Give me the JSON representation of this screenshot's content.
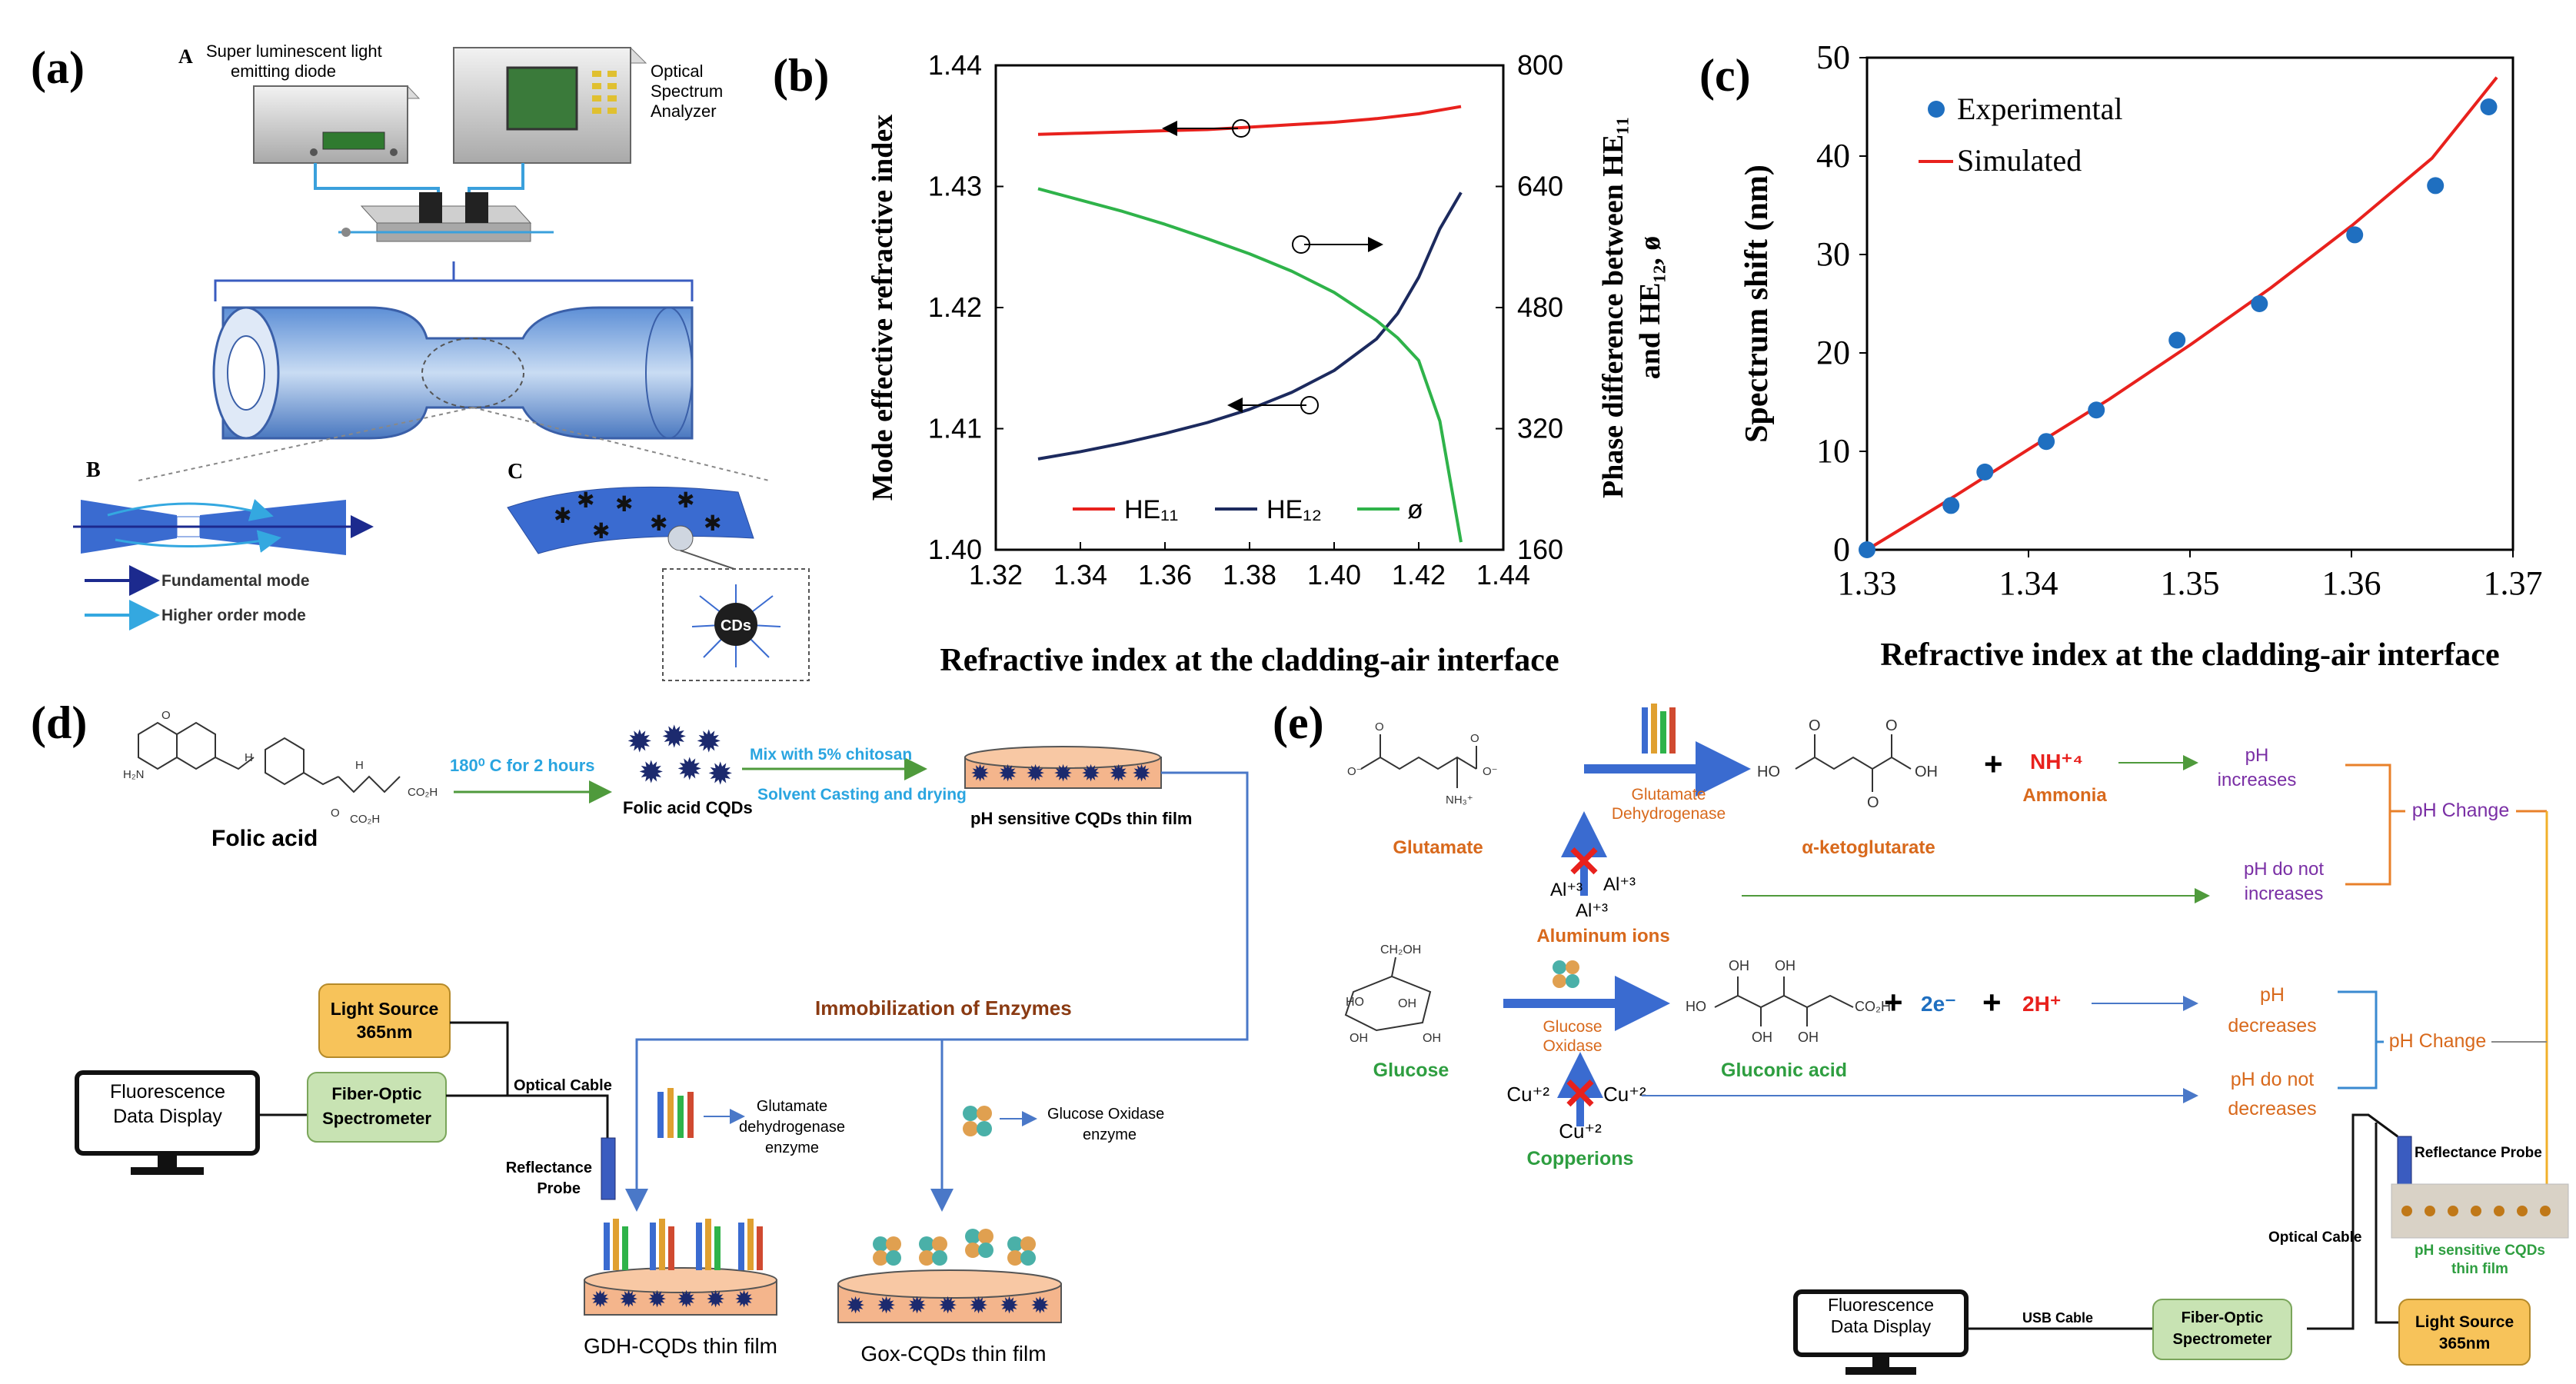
{
  "colors": {
    "red": "#e8211d",
    "navy": "#1c2a5e",
    "green": "#2fb34a",
    "blue_point": "#1f6fc0",
    "box_orange": "#f7c35a",
    "box_green": "#c8e3b3",
    "film": "#f4b58c",
    "dot": "#1c2a6e",
    "purple": "#7a2fa5",
    "orange_text": "#d8691c",
    "green_text": "#2e9e40"
  },
  "panel_labels": [
    "(a)",
    "(b)",
    "(c)",
    "(d)",
    "(e)"
  ],
  "panel_a": {
    "marker_A": "A",
    "diode_label_1": "Super luminescent light",
    "diode_label_2": "emitting diode",
    "osa_label_1": "Optical",
    "osa_label_2": "Spectrum",
    "osa_label_3": "Analyzer",
    "marker_B": "B",
    "marker_C": "C",
    "legend_fundamental": "Fundamental mode",
    "legend_higher": "Higher order mode",
    "cds_label": "CDs"
  },
  "panel_b": {
    "xlabel": "Refractive index at the cladding-air interface",
    "ylabel_left": "Mode effective refractive index",
    "ylabel_right_1": "Phase difference between HE₁₁",
    "ylabel_right_2": "and HE₁₂, ø",
    "legend": [
      "HE₁₁",
      "HE₁₂",
      "ø"
    ]
  },
  "panel_c": {
    "xlabel": "Refractive index at the cladding-air interface",
    "ylabel": "Spectrum shift (nm)",
    "legend": [
      "Experimental",
      "Simulated"
    ]
  },
  "chart_data": [
    {
      "type": "line",
      "x_ticks": [
        "1.32",
        "1.34",
        "1.36",
        "1.38",
        "1.40",
        "1.42",
        "1.44"
      ],
      "y_left_ticks": [
        "1.40",
        "1.41",
        "1.42",
        "1.43",
        "1.44"
      ],
      "y_right_ticks": [
        "160",
        "320",
        "480",
        "640",
        "800"
      ],
      "xlim": [
        1.32,
        1.44
      ],
      "ylim_left": [
        1.4,
        1.44
      ],
      "ylim_right": [
        160,
        800
      ],
      "series": [
        {
          "name": "HE₁₁",
          "axis": "left",
          "x": [
            1.33,
            1.34,
            1.35,
            1.36,
            1.37,
            1.38,
            1.39,
            1.4,
            1.41,
            1.42,
            1.43
          ],
          "values": [
            1.4343,
            1.4344,
            1.4345,
            1.4346,
            1.4347,
            1.4349,
            1.4351,
            1.4353,
            1.4356,
            1.436,
            1.4366
          ]
        },
        {
          "name": "HE₁₂",
          "axis": "left",
          "x": [
            1.33,
            1.34,
            1.35,
            1.36,
            1.37,
            1.38,
            1.39,
            1.4,
            1.41,
            1.415,
            1.42,
            1.425,
            1.43
          ],
          "values": [
            1.4075,
            1.4081,
            1.4088,
            1.4096,
            1.4105,
            1.4116,
            1.413,
            1.4148,
            1.4174,
            1.4195,
            1.4225,
            1.4265,
            1.4295
          ]
        },
        {
          "name": "ø",
          "axis": "right",
          "x": [
            1.33,
            1.34,
            1.35,
            1.36,
            1.37,
            1.38,
            1.39,
            1.4,
            1.41,
            1.415,
            1.42,
            1.425,
            1.43
          ],
          "values": [
            637,
            622,
            607,
            590,
            571,
            551,
            528,
            500,
            463,
            440,
            410,
            330,
            170
          ]
        }
      ]
    },
    {
      "type": "scatter",
      "x_ticks": [
        "1.33",
        "1.34",
        "1.35",
        "1.36",
        "1.37"
      ],
      "y_ticks": [
        "0",
        "10",
        "20",
        "30",
        "40",
        "50"
      ],
      "xlim": [
        1.33,
        1.37
      ],
      "ylim": [
        0,
        50
      ],
      "series": [
        {
          "name": "Experimental",
          "x": [
            1.33,
            1.3352,
            1.3373,
            1.3411,
            1.3442,
            1.3492,
            1.3543,
            1.3602,
            1.3652,
            1.3685
          ],
          "values": [
            0,
            4.5,
            7.9,
            11,
            14.2,
            21.3,
            25,
            32,
            37,
            45
          ]
        },
        {
          "name": "Simulated",
          "x": [
            1.33,
            1.335,
            1.34,
            1.345,
            1.35,
            1.355,
            1.36,
            1.365,
            1.369
          ],
          "values": [
            0,
            5,
            10.2,
            15.3,
            20.8,
            26.6,
            32.9,
            39.8,
            48
          ]
        }
      ]
    }
  ],
  "panel_d": {
    "folic_acid": "Folic acid",
    "step1": "180⁰ C for 2 hours",
    "cqds": "Folic acid CQDs",
    "step2a": "Mix with 5% chitosan",
    "step2b": "Solvent Casting and drying",
    "film": "pH sensitive CQDs thin film",
    "immobilization": "Immobilization of Enzymes",
    "light_source_1": "Light Source",
    "light_source_2": "365nm",
    "display_1": "Fluorescence",
    "display_2": "Data Display",
    "spectrometer_1": "Fiber-Optic",
    "spectrometer_2": "Spectrometer",
    "optical_cable": "Optical Cable",
    "probe_1": "Reflectance",
    "probe_2": "Probe",
    "gdh_1": "Glutamate",
    "gdh_2": "dehydrogenase",
    "gdh_3": "enzyme",
    "gox_1": "Glucose Oxidase",
    "gox_2": "enzyme",
    "gdh_film": "GDH-CQDs thin film",
    "gox_film": "Gox-CQDs thin film"
  },
  "panel_e": {
    "glutamate": "Glutamate",
    "gdh_1": "Glutamate",
    "gdh_2": "Dehydrogenase",
    "product_ketoglutarate": "α-ketoglutarate",
    "nh4": "NH⁺⁴",
    "ammonia": "Ammonia",
    "ph_increases_1": "pH",
    "ph_increases_2": "increases",
    "ph_not_increases_1": "pH do not",
    "ph_not_increases_2": "increases",
    "ph_change": "pH Change",
    "al": "Al⁺³",
    "aluminum": "Aluminum ions",
    "glucose": "Glucose",
    "gox_1": "Glucose",
    "gox_2": "Oxidase",
    "gluconic": "Gluconic acid",
    "electrons": "2e⁻",
    "protons": "2H⁺",
    "ph_decreases_1": "pH",
    "ph_decreases_2": "decreases",
    "ph_not_decreases_1": "pH do not",
    "ph_not_decreases_2": "decreases",
    "cu": "Cu⁺²",
    "copper": "Copperions",
    "probe": "Reflectance Probe",
    "film_1": "pH sensitive CQDs",
    "film_2": "thin film",
    "optical_cable": "Optical Cable",
    "display_1": "Fluorescence",
    "display_2": "Data Display",
    "usb": "USB Cable",
    "spectrometer_1": "Fiber-Optic",
    "spectrometer_2": "Spectrometer",
    "light_source_1": "Light Source",
    "light_source_2": "365nm"
  }
}
